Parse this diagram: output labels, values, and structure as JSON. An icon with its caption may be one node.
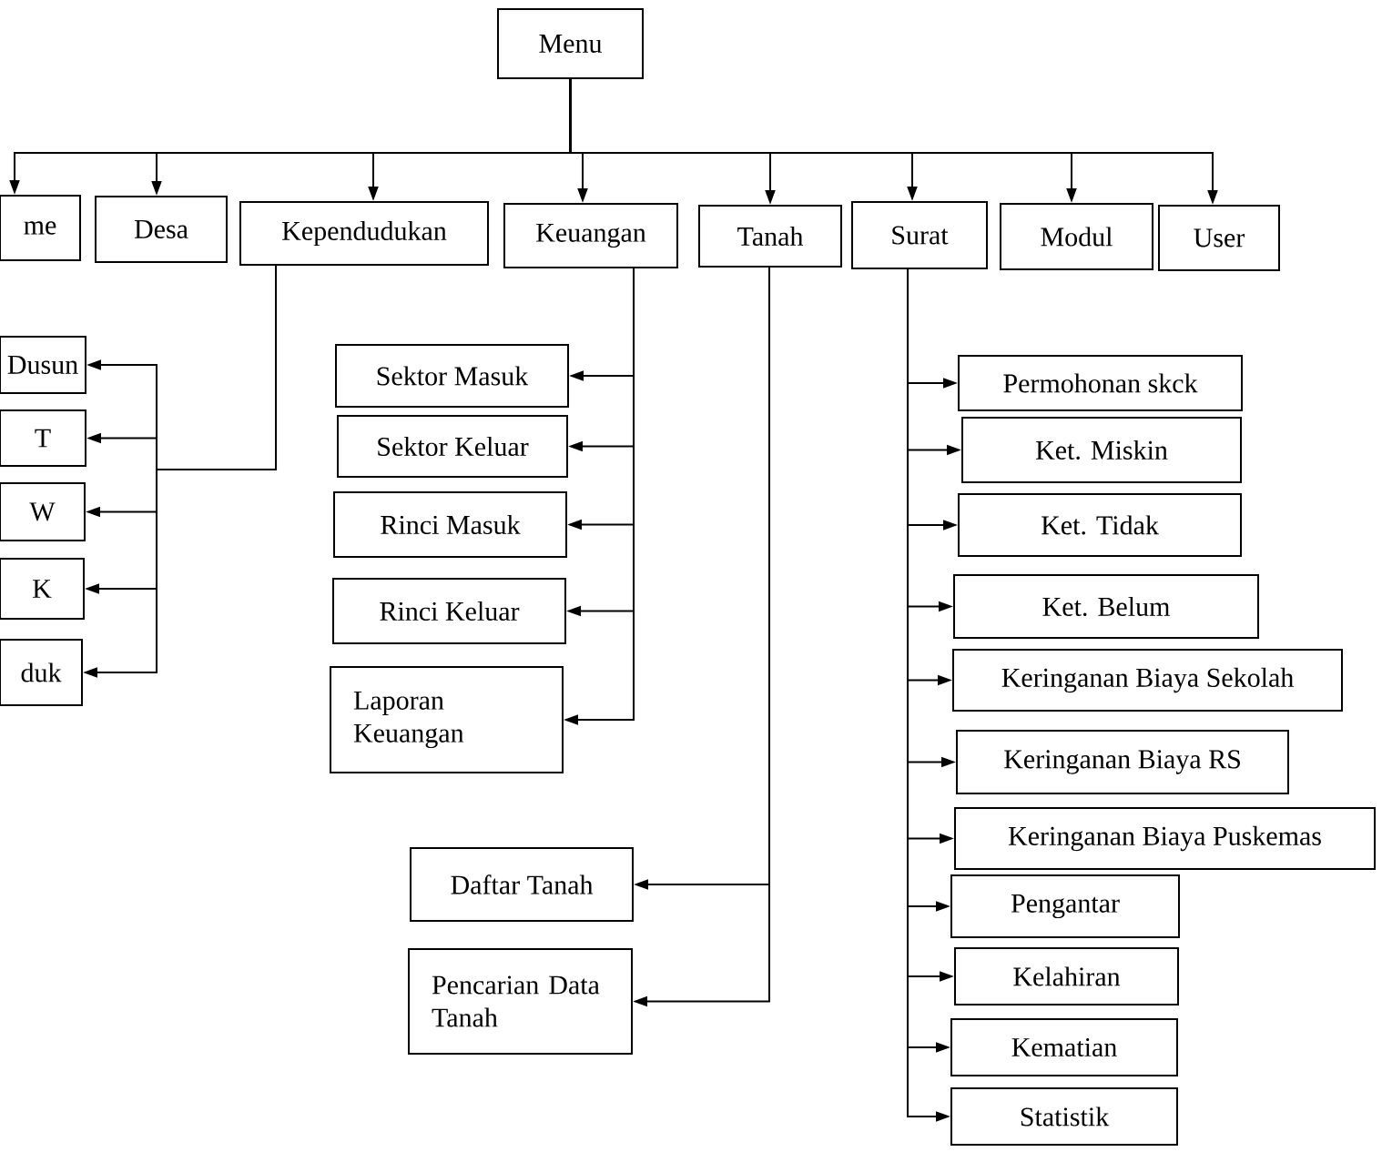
{
  "diagram": {
    "nodes": [
      {
        "text": [
          "Menu"
        ]
      },
      {
        "text": [
          "me"
        ]
      },
      {
        "text": [
          "Desa"
        ]
      },
      {
        "text": [
          "Kependudukan"
        ]
      },
      {
        "text": [
          "Keuangan"
        ]
      },
      {
        "text": [
          "Tanah"
        ]
      },
      {
        "text": [
          "Surat"
        ]
      },
      {
        "text": [
          "Modul"
        ]
      },
      {
        "text": [
          "User"
        ]
      },
      {
        "text": [
          "Dusun"
        ]
      },
      {
        "text": [
          "T"
        ]
      },
      {
        "text": [
          "W"
        ]
      },
      {
        "text": [
          "K"
        ]
      },
      {
        "text": [
          "duk"
        ]
      },
      {
        "text": [
          "Sektor Masuk"
        ]
      },
      {
        "text": [
          "Sektor Keluar"
        ]
      },
      {
        "text": [
          "Rinci Masuk"
        ]
      },
      {
        "text": [
          "Rinci Keluar"
        ]
      },
      {
        "text": [
          "Laporan Keuangan"
        ]
      },
      {
        "text": [
          "Daftar Tanah"
        ]
      },
      {
        "text": [
          "Pencarian Data Tanah"
        ]
      },
      {
        "text": [
          "Permohonan skck"
        ]
      },
      {
        "text": [
          "Ket. Miskin"
        ]
      },
      {
        "text": [
          "Ket. Tidak"
        ]
      },
      {
        "text": [
          "Ket. Belum"
        ]
      },
      {
        "text": [
          "Keringanan Biaya Sekolah"
        ]
      },
      {
        "text": [
          "Keringanan Biaya RS"
        ]
      },
      {
        "text": [
          "Keringanan Biaya Puskemas"
        ]
      },
      {
        "text": [
          "Pengantar"
        ]
      },
      {
        "text": [
          "Kelahiran"
        ]
      },
      {
        "text": [
          "Kematian"
        ]
      },
      {
        "text": [
          "Statistik"
        ]
      }
    ],
    "edges": [
      {
        "from": 0,
        "to": 1,
        "arrow": "to"
      },
      {
        "from": 0,
        "to": 2,
        "arrow": "to"
      },
      {
        "from": 0,
        "to": 3,
        "arrow": "to"
      },
      {
        "from": 0,
        "to": 4,
        "arrow": "to"
      },
      {
        "from": 0,
        "to": 5,
        "arrow": "to"
      },
      {
        "from": 0,
        "to": 6,
        "arrow": "to"
      },
      {
        "from": 0,
        "to": 7,
        "arrow": "to"
      },
      {
        "from": 0,
        "to": 8,
        "arrow": "to"
      },
      {
        "from": 3,
        "to": 9,
        "arrow": "to"
      },
      {
        "from": 3,
        "to": 10,
        "arrow": "to"
      },
      {
        "from": 3,
        "to": 11,
        "arrow": "to"
      },
      {
        "from": 3,
        "to": 12,
        "arrow": "to"
      },
      {
        "from": 3,
        "to": 13,
        "arrow": "to"
      },
      {
        "from": 4,
        "to": 14,
        "arrow": "to"
      },
      {
        "from": 4,
        "to": 15,
        "arrow": "to"
      },
      {
        "from": 4,
        "to": 16,
        "arrow": "to"
      },
      {
        "from": 4,
        "to": 17,
        "arrow": "to"
      },
      {
        "from": 4,
        "to": 18,
        "arrow": "to"
      },
      {
        "from": 5,
        "to": 19,
        "arrow": "to"
      },
      {
        "from": 5,
        "to": 20,
        "arrow": "to"
      },
      {
        "from": 6,
        "to": 21,
        "arrow": "to"
      },
      {
        "from": 6,
        "to": 22,
        "arrow": "to"
      },
      {
        "from": 6,
        "to": 23,
        "arrow": "to"
      },
      {
        "from": 6,
        "to": 24,
        "arrow": "to"
      },
      {
        "from": 6,
        "to": 25,
        "arrow": "to"
      },
      {
        "from": 6,
        "to": 26,
        "arrow": "to"
      },
      {
        "from": 6,
        "to": 27,
        "arrow": "to"
      },
      {
        "from": 6,
        "to": 28,
        "arrow": "to"
      },
      {
        "from": 6,
        "to": 29,
        "arrow": "to"
      },
      {
        "from": 6,
        "to": 30,
        "arrow": "to"
      },
      {
        "from": 6,
        "to": 31,
        "arrow": "to"
      }
    ]
  }
}
